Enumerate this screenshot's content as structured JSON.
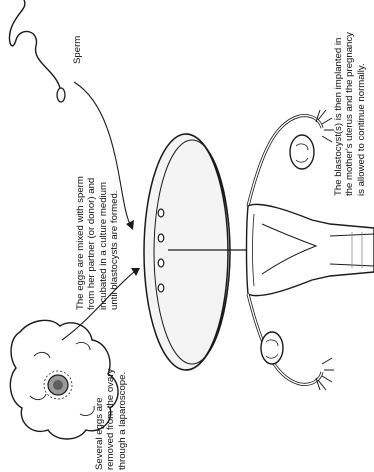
{
  "labels": {
    "sperm": "Sperm",
    "egg_retrieval": [
      "Several eggs are",
      "removed from the ovary",
      "through a laparoscope."
    ],
    "fertilization": [
      "The eggs are mixed with sperm",
      "from her partner (or donor) and",
      "incubated in a culture medium",
      "until blastocysts are formed."
    ],
    "implantation": [
      "The blastocyst(s) is then implanted in",
      "the mother's uterus and the pregnancy",
      "is allowed to continue normally."
    ]
  },
  "colors": {
    "line": "#1a1a1a",
    "fill": "#ffffff",
    "dish_fill": "#f4f4f4",
    "shade": "#8a8a8a"
  }
}
